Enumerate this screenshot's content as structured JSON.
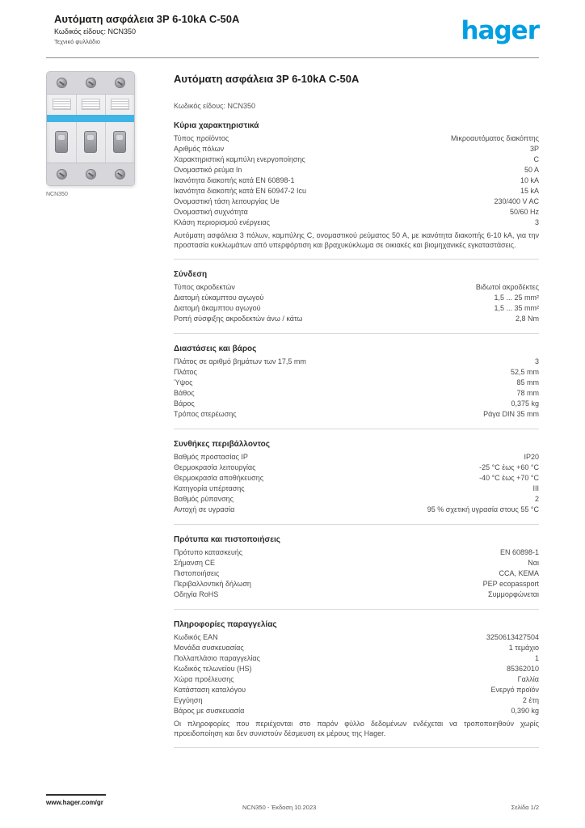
{
  "header": {
    "title_line1": "Αυτόματη ασφάλεια 3P 6-10kA C-50A",
    "subtitle": "Κωδικός είδους: NCN350",
    "meta": "Τεχνικό φυλλάδιο",
    "logo": "hager"
  },
  "colors": {
    "brand_blue": "#009FE3",
    "product_band_blue": "#3FB4E5"
  },
  "product": {
    "image_caption": "NCN350",
    "title": "Αυτόματη ασφάλεια 3P 6-10kA C-50A",
    "reference": "Κωδικός είδους: NCN350"
  },
  "sections": [
    {
      "heading": "Κύρια χαρακτηριστικά",
      "rows": [
        [
          "Τύπος προϊόντος",
          "Μικροαυτόματος διακόπτης"
        ],
        [
          "Αριθμός πόλων",
          "3P"
        ],
        [
          "Χαρακτηριστική καμπύλη ενεργοποίησης",
          "C"
        ],
        [
          "Ονομαστικό ρεύμα In",
          "50 A"
        ],
        [
          "Ικανότητα διακοπής κατά EN 60898-1",
          "10 kA"
        ],
        [
          "Ικανότητα διακοπής κατά EN 60947-2 Icu",
          "15 kA"
        ],
        [
          "Ονομαστική τάση λειτουργίας Ue",
          "230/400 V AC"
        ],
        [
          "Ονομαστική συχνότητα",
          "50/60 Hz"
        ],
        [
          "Κλάση περιορισμού ενέργειας",
          "3"
        ],
        "Αυτόματη ασφάλεια 3 πόλων, καμπύλης C, ονομαστικού ρεύματος 50 A, με ικανότητα διακοπής 6-10 kA, για την προστασία κυκλωμάτων από υπερφόρτιση και βραχυκύκλωμα σε οικιακές και βιομηχανικές εγκαταστάσεις."
      ]
    },
    {
      "heading": "Σύνδεση",
      "rows": [
        [
          "Τύπος ακροδεκτών",
          "Βιδωτοί ακροδέκτες"
        ],
        [
          "Διατομή εύκαμπτου αγωγού",
          "1,5 ... 25 mm²"
        ],
        [
          "Διατομή άκαμπτου αγωγού",
          "1,5 ... 35 mm²"
        ],
        [
          "Ροπή σύσφιξης ακροδεκτών άνω / κάτω",
          "2,8 Nm"
        ]
      ]
    },
    {
      "heading": "Διαστάσεις και βάρος",
      "rows": [
        [
          "Πλάτος σε αριθμό βημάτων των 17,5 mm",
          "3"
        ],
        [
          "Πλάτος",
          "52,5 mm"
        ],
        [
          "Ύψος",
          "85 mm"
        ],
        [
          "Βάθος",
          "78 mm"
        ],
        [
          "Βάρος",
          "0,375 kg"
        ],
        [
          "Τρόπος στερέωσης",
          "Ράγα DIN 35 mm"
        ]
      ]
    },
    {
      "heading": "Συνθήκες περιβάλλοντος",
      "rows": [
        [
          "Βαθμός προστασίας IP",
          "IP20"
        ],
        [
          "Θερμοκρασία λειτουργίας",
          "-25 °C έως +60 °C"
        ],
        [
          "Θερμοκρασία αποθήκευσης",
          "-40 °C έως +70 °C"
        ],
        [
          "Κατηγορία υπέρτασης",
          "III"
        ],
        [
          "Βαθμός ρύπανσης",
          "2"
        ],
        [
          "Αντοχή σε υγρασία",
          "95 % σχετική υγρασία στους 55 °C"
        ]
      ]
    },
    {
      "heading": "Πρότυπα και πιστοποιήσεις",
      "rows": [
        [
          "Πρότυπο κατασκευής",
          "EN 60898-1"
        ],
        [
          "Σήμανση CE",
          "Ναι"
        ],
        [
          "Πιστοποιήσεις",
          "CCA, KEMA"
        ],
        [
          "Περιβαλλοντική δήλωση",
          "PEP ecopassport"
        ],
        [
          "Οδηγία RoHS",
          "Συμμορφώνεται"
        ]
      ]
    },
    {
      "heading": "Πληροφορίες παραγγελίας",
      "rows": [
        [
          "Κωδικός EAN",
          "3250613427504"
        ],
        [
          "Μονάδα συσκευασίας",
          "1 τεμάχιο"
        ],
        [
          "Πολλαπλάσιο παραγγελίας",
          "1"
        ],
        [
          "Κωδικός τελωνείου (HS)",
          "85362010"
        ],
        [
          "Χώρα προέλευσης",
          "Γαλλία"
        ],
        [
          "Κατάσταση καταλόγου",
          "Ενεργό προϊόν"
        ],
        [
          "Εγγύηση",
          "2 έτη"
        ],
        [
          "Βάρος με συσκευασία",
          "0,390 kg"
        ],
        "Οι πληροφορίες που περιέχονται στο παρόν φύλλο δεδομένων ενδέχεται να τροποποιηθούν χωρίς προειδοποίηση και δεν συνιστούν δέσμευση εκ μέρους της Hager."
      ]
    }
  ],
  "footer": {
    "url": "www.hager.com/gr",
    "note": "NCN350 - Έκδοση 10.2023",
    "page": "Σελίδα 1/2"
  }
}
